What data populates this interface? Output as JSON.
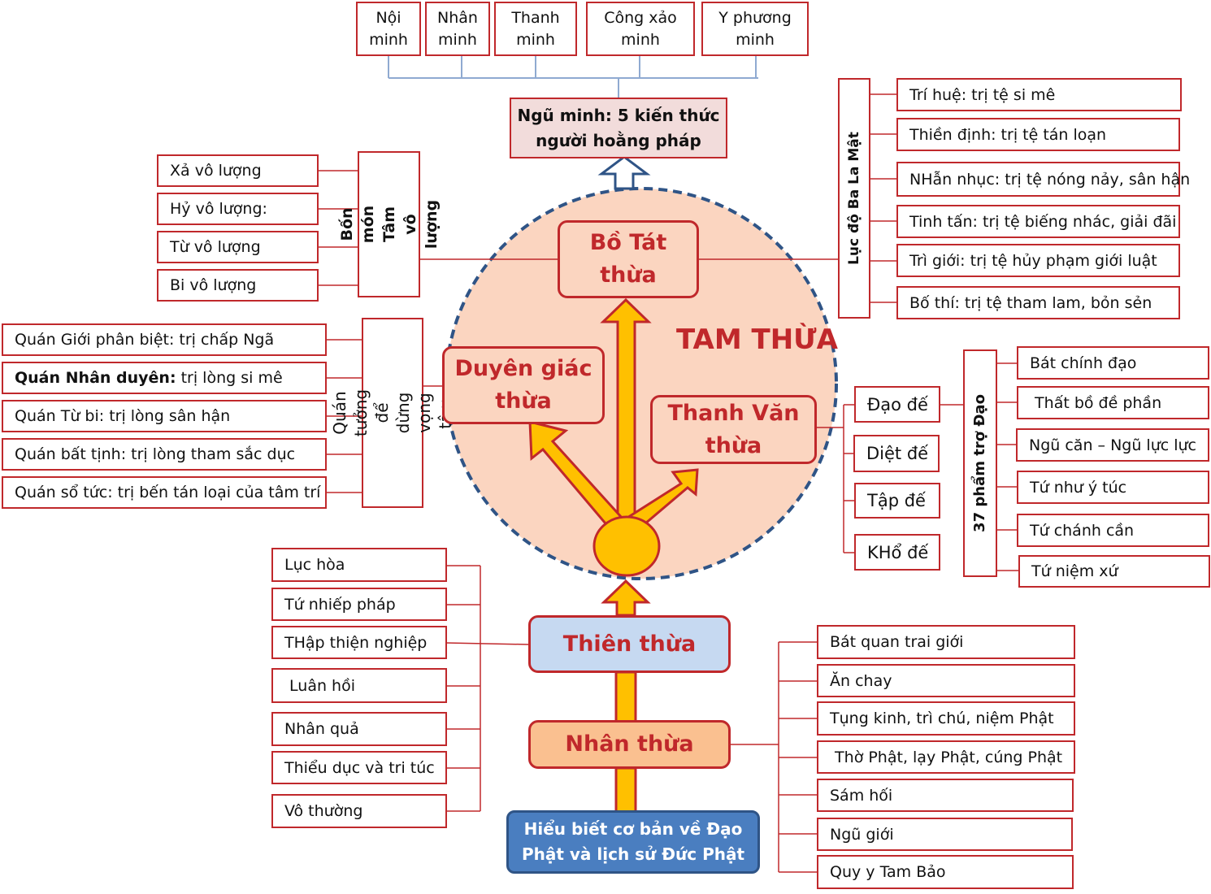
{
  "colors": {
    "accent_red": "#c0282b",
    "circle_fill": "#fbd5c0",
    "circle_border": "#2f5486",
    "arrow_fill": "#ffc000",
    "base_fill": "#4a7ec0"
  },
  "top_knowledge": {
    "items": [
      "Nội\nminh",
      "Nhân\nminh",
      "Thanh\nminh",
      "Công xảo\nminh",
      "Y phương\nminh"
    ],
    "title": "Ngũ minh: 5 kiến thức\nngười hoằng pháp"
  },
  "circle": {
    "title": "TAM THỪA"
  },
  "vehicles": {
    "bo_tat": "Bồ Tát\nthừa",
    "duyen_giac": "Duyên giác\nthừa",
    "thanh_van": "Thanh Văn\nthừa",
    "thien": "Thiên thừa",
    "nhan": "Nhân thừa"
  },
  "base": {
    "label": "Hiểu biết cơ bản về Đạo\nPhật và lịch sử Đức Phật"
  },
  "bon_mon": {
    "title": "Bốn món\nTâm vô lượng",
    "items": [
      "Xả vô lượng",
      "Hỷ vô lượng:",
      "Từ vô lượng",
      "Bi vô lượng"
    ]
  },
  "quan_tuong": {
    "title": "Quán tưởng để\ndừng vọng tâm",
    "items": [
      {
        "bold": "",
        "text": "Quán Giới phân biệt: trị chấp Ngã"
      },
      {
        "bold": "Quán Nhân duyên:",
        "text": " trị lòng si mê"
      },
      {
        "bold": "",
        "text": "Quán Từ bi: trị lòng sân hận"
      },
      {
        "bold": "",
        "text": "Quán bất tịnh: trị lòng tham sắc dục"
      },
      {
        "bold": "",
        "text": "Quán sổ tức: trị bến tán loại của tâm trí"
      }
    ]
  },
  "luc_do": {
    "title": "Lục độ Ba La Mật",
    "items": [
      "Trí huệ: trị tệ si mê",
      "Thiền định: trị tệ tán loạn",
      "NHẫn nhục: trị tệ nóng nảy, sân hận",
      "Tinh tấn: trị tệ biếng nhác, giải đãi",
      "Trì giới: trị tệ hủy phạm giới luật",
      "Bố thí: trị tệ tham lam, bỏn sẻn"
    ]
  },
  "tu_de": {
    "items": [
      "Đạo đế",
      "Diệt đế",
      "Tập đế",
      "KHổ đế"
    ]
  },
  "tro_dao": {
    "title": "37 phẩm trợ Đạo",
    "items": [
      "Bát chính đạo",
      " Thất bồ đề phần",
      "Ngũ căn – Ngũ lực lực",
      "Tứ như ý túc",
      "Tứ chánh cần",
      "Tứ niệm xứ"
    ]
  },
  "thien_items": [
    "Lục hòa",
    "Tứ nhiếp pháp",
    "THập thiện nghiệp",
    " Luân hồi",
    "Nhân quả",
    "Thiểu dục và tri túc",
    "Vô thường"
  ],
  "nhan_items": [
    "Bát quan trai giới",
    "Ăn chay",
    "Tụng kinh, trì chú, niệm Phật",
    " Thờ Phật, lạy Phật, cúng Phật",
    "Sám hối",
    "Ngũ giới",
    "Quy y Tam Bảo"
  ]
}
